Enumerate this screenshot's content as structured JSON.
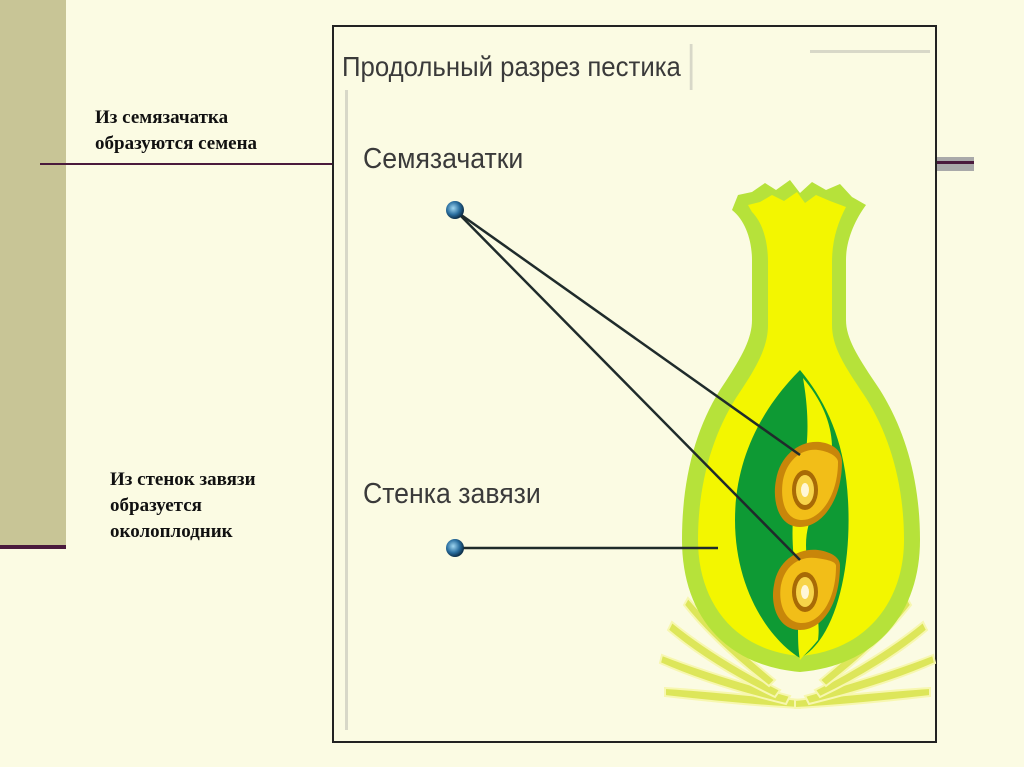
{
  "notes": {
    "seeds": "Из семязачатка\nобразуются семена",
    "pericarp": "Из стенок завязи\nобразуется\nоколоплодник"
  },
  "figure": {
    "title": "Продольный разрез пестика",
    "label_ovules": "Семязачатки",
    "label_wall": "Стенка завязи"
  },
  "colors": {
    "background": "#fbfbe3",
    "sidebar": "#c8c596",
    "rule": "#4a1a3c",
    "pistil_outer": "#b6e23a",
    "pistil_inner": "#f3f600",
    "ovary_cavity": "#0e9a34",
    "ovule": "#e8b000",
    "pointer": "#1f2b2b"
  }
}
